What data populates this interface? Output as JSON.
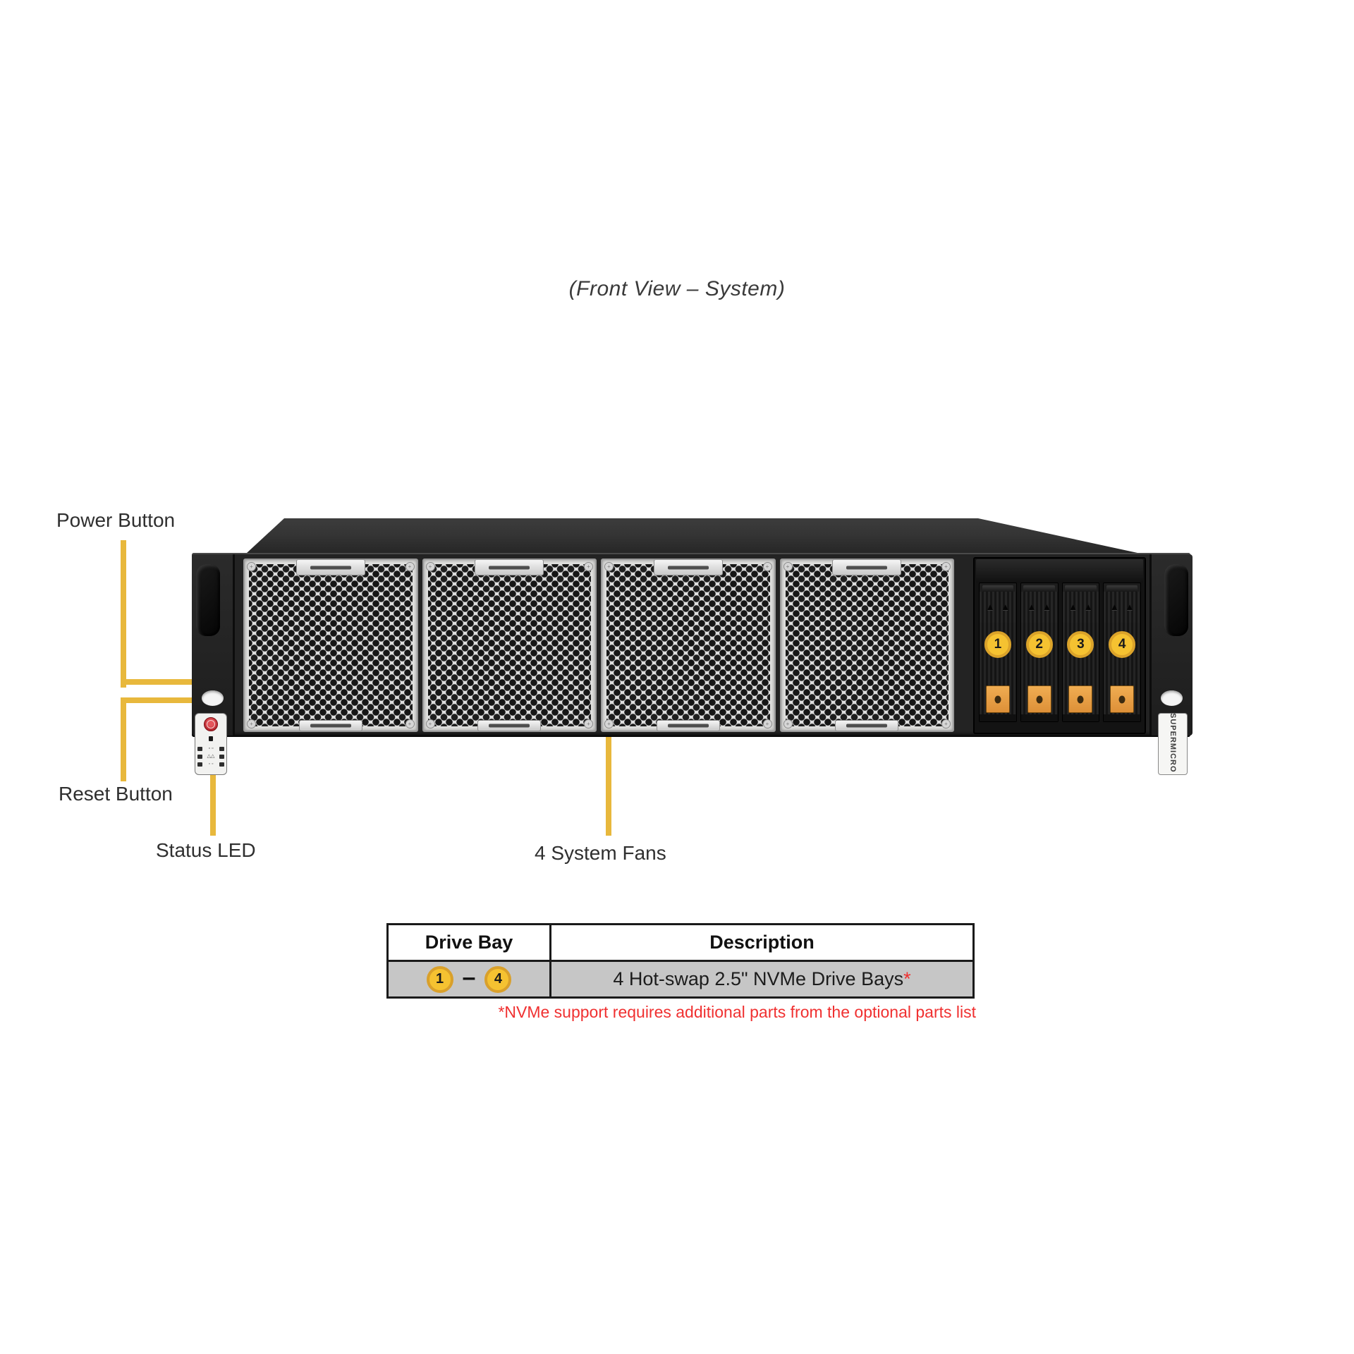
{
  "title": "(Front View – System)",
  "callouts": {
    "power": "Power Button",
    "reset": "Reset Button",
    "status": "Status LED",
    "fans": "4 System Fans"
  },
  "chassis": {
    "brand": "SUPERMICRO",
    "fan_count": 4,
    "drive_bays": [
      "1",
      "2",
      "3",
      "4"
    ]
  },
  "table": {
    "headers": [
      "Drive Bay",
      "Description"
    ],
    "row": {
      "bay_start": "1",
      "dash": "–",
      "bay_end": "4",
      "description": "4 Hot-swap 2.5\" NVMe Drive Bays",
      "asterisk": "*"
    },
    "footnote": "*NVMe support requires additional parts from the optional parts list"
  },
  "colors": {
    "callout_line": "#e8b83c",
    "bay_number_fill": "#f5c231",
    "bay_number_ring": "#d9a02b",
    "latch_orange": "#e89c44",
    "footnote_red": "#f03030",
    "power_button_red": "#b3222a",
    "table_row_gray": "#c6c6c6"
  }
}
